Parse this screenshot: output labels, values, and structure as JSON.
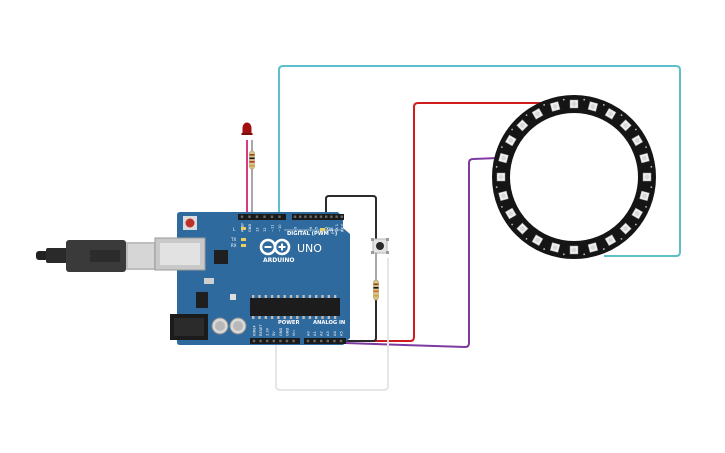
{
  "board": {
    "brand": "ARDUINO",
    "model": "UNO",
    "digital_label": "DIGITAL (PWM ~)",
    "power_label": "POWER",
    "analog_label": "ANALOG IN",
    "top_labels": [
      "AREF",
      "GND",
      "13",
      "12",
      "~11",
      "~10",
      "~9",
      "8",
      "7",
      "~6",
      "~5",
      "4",
      "~3",
      "2",
      "TX 1",
      "RX 0"
    ],
    "power_pins": [
      "IOREF",
      "RESET",
      "3.3V",
      "5V",
      "GND",
      "GND",
      "Vin"
    ],
    "analog_pins": [
      "A0",
      "A1",
      "A2",
      "A3",
      "A4",
      "A5"
    ],
    "leds": [
      "L",
      "TX",
      "RX",
      "ON"
    ]
  },
  "colors": {
    "board": "#2f6a9e",
    "wire_cyan": "#5dbfc9",
    "wire_red": "#d01c1c",
    "wire_purple": "#7d3aa0",
    "wire_black": "#2b2b2b",
    "wire_white": "#e6e6e6",
    "wire_pink": "#d63a86",
    "led_red": "#a01010"
  },
  "ring": {
    "pixel_count": 24
  }
}
